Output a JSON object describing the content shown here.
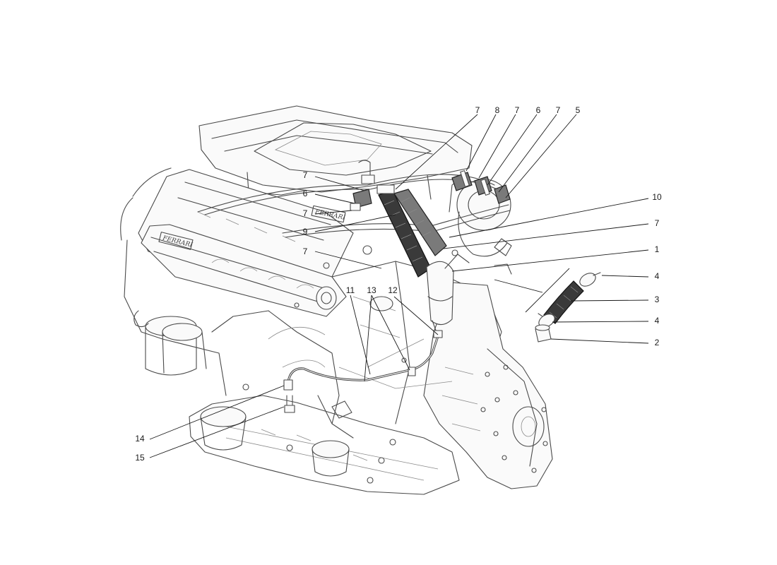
{
  "diagram": {
    "callouts": [
      {
        "id": "c7a",
        "text": "7"
      },
      {
        "id": "c8",
        "text": "8"
      },
      {
        "id": "c7b",
        "text": "7"
      },
      {
        "id": "c6a",
        "text": "6"
      },
      {
        "id": "c7c",
        "text": "7"
      },
      {
        "id": "c5",
        "text": "5"
      },
      {
        "id": "c7d",
        "text": "7"
      },
      {
        "id": "c6b",
        "text": "6"
      },
      {
        "id": "c7e",
        "text": "7"
      },
      {
        "id": "c9",
        "text": "9"
      },
      {
        "id": "c7f",
        "text": "7"
      },
      {
        "id": "c10",
        "text": "10"
      },
      {
        "id": "c7g",
        "text": "7"
      },
      {
        "id": "c1",
        "text": "1"
      },
      {
        "id": "c4a",
        "text": "4"
      },
      {
        "id": "c3",
        "text": "3"
      },
      {
        "id": "c4b",
        "text": "4"
      },
      {
        "id": "c2",
        "text": "2"
      },
      {
        "id": "c11",
        "text": "11"
      },
      {
        "id": "c13",
        "text": "13"
      },
      {
        "id": "c12",
        "text": "12"
      },
      {
        "id": "c14",
        "text": "14"
      },
      {
        "id": "c15",
        "text": "15"
      }
    ],
    "logo_text_upper": "FERRARI",
    "logo_text_lower": "FERRARI"
  }
}
